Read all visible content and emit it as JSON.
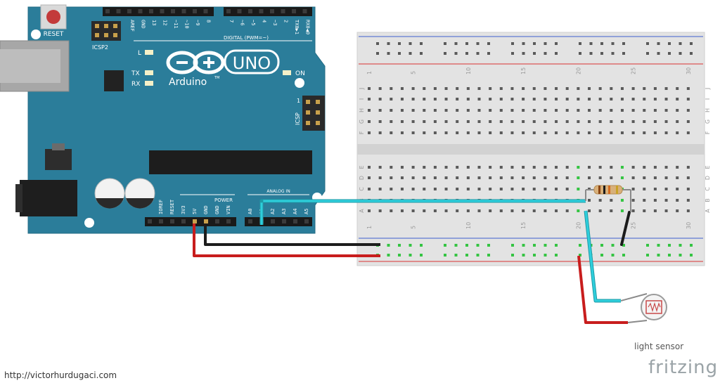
{
  "arduino": {
    "reset_label": "RESET",
    "icsp2_label": "ICSP2",
    "icsp_label": "ICSP",
    "icsp_pin1": "1",
    "led_l": "L",
    "led_tx": "TX",
    "led_rx": "RX",
    "led_on": "ON",
    "logo_word": "Arduino",
    "logo_tm": "TM",
    "model": "UNO",
    "digital_header": "DIGITAL (PWM=~)",
    "digital_pins": [
      "AREF",
      "GND",
      "13",
      "12",
      "~11",
      "~10",
      "~9",
      "8",
      "7",
      "~6",
      "~5",
      "4",
      "~3",
      "2",
      "TX0▶1",
      "RX0◀0"
    ],
    "power_header": "POWER",
    "analog_header": "ANALOG IN",
    "power_pins": [
      "IOREF",
      "RESET",
      "3V3",
      "5V",
      "GND",
      "GND",
      "VIN"
    ],
    "analog_pins": [
      "A0",
      "A1",
      "A2",
      "A3",
      "A4",
      "A5"
    ]
  },
  "breadboard": {
    "column_numbers": [
      "1",
      "5",
      "10",
      "15",
      "20",
      "25",
      "30"
    ],
    "top_rows": [
      "J",
      "I",
      "H",
      "G",
      "F"
    ],
    "bottom_rows": [
      "E",
      "D",
      "C",
      "B",
      "A"
    ]
  },
  "labels": {
    "sensor": "light sensor",
    "credit": "http://victorhurdugaci.com",
    "brand": "fritzing"
  },
  "colors": {
    "board": "#2b7d9a",
    "breadboard": "#e3e3e3",
    "wire_signal": "#2ecfdc",
    "wire_power": "#c81d1d",
    "wire_ground": "#1c1c1c",
    "rail_red": "#d83333",
    "rail_blue": "#3d5fcf"
  }
}
